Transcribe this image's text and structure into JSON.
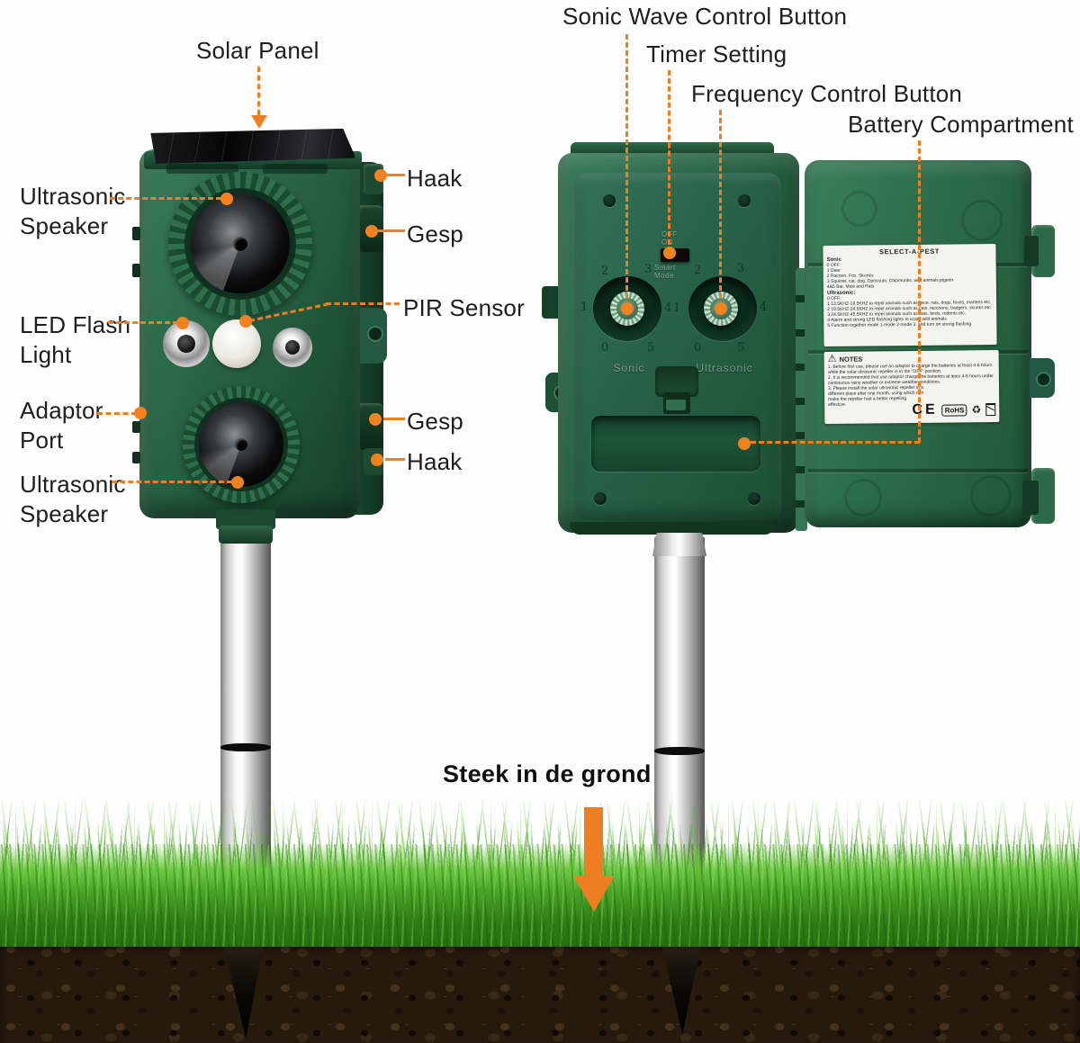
{
  "colors": {
    "accent_orange": "#ef7d22",
    "device_green": "#2a6647",
    "grass_green": "#4aa526",
    "soil_brown": "#261a0d",
    "stake_silver": "#d2d2d2"
  },
  "callouts": {
    "solar_panel": "Solar Panel",
    "ultrasonic_speaker_top_line1": "Ultrasonic",
    "ultrasonic_speaker_top_line2": "Speaker",
    "haak_top": "Haak",
    "gesp_top": "Gesp",
    "pir_sensor": "PIR Sensor",
    "led_flash_light_line1": "LED Flash",
    "led_flash_light_line2": "Light",
    "adaptor_port_line1": "Adaptor",
    "adaptor_port_line2": "Port",
    "ultrasonic_speaker_bottom_line1": "Ultrasonic",
    "ultrasonic_speaker_bottom_line2": "Speaker",
    "gesp_bottom": "Gesp",
    "haak_bottom": "Haak",
    "sonic_wave_control_button": "Sonic Wave Control Button",
    "timer_setting": "Timer Setting",
    "frequency_control_button": "Frequency Control Button",
    "battery_compartment": "Battery Compartment",
    "ground_instruction": "Steek in de grond"
  },
  "back_device": {
    "switch_label_top": "OFF ON",
    "switch_label_bottom": "Smart Mode",
    "sonic_dial_label": "Sonic",
    "ultrasonic_dial_label": "Ultrasonic",
    "dial_numbers": [
      "0",
      "1",
      "2",
      "3",
      "4",
      "5"
    ]
  },
  "door_label": {
    "title": "SELECT-A-PEST",
    "sonic_heading": "Sonic",
    "sonic_items": [
      "0 OFF",
      "1 Deer",
      "2 Racoon, Fox, Skunks",
      "3 Squirrel, cat, dog, Opossum, Chipmunks, wild animals pigeon",
      "4&5 Bat, Mice and Rats"
    ],
    "ultrasonic_heading": "Ultrasonic:",
    "ultrasonic_items": [
      "0 OFF",
      "1 13.5KHZ-19.5KHZ to repel animals such as mice, rats, dogs, foxes, martens etc.",
      "2 19.5KHZ-24.5KHZ to repel animals such as cats, raccoons, badgers, skunks etc.",
      "3 24.5KHZ-45.5KHZ to repel animals such as bats, birds, rodents etc.",
      "4 Alarm and strong LED flashing lights to scare wild animals",
      "5 Function together mode 1-mode 2-mode 3, and turn on strong flashing"
    ],
    "notes_heading": "NOTES",
    "notes_items": [
      "1. Before first use, please use an adaptor to charge the batteries at least 4-6 hours while the solar ultrasonic repeller is in the \"OFF\" position.",
      "2. It is recommended that use adaptor charge the batteries at least 4-6 hours under continuous rainy weather or extreme weather conditions.",
      "3. Please install the solar ultrasonic repeller in a different place after one month, using which can make the repeller had a better repelling effective."
    ],
    "ce_mark": "CE",
    "rohs_mark": "RoHS"
  }
}
